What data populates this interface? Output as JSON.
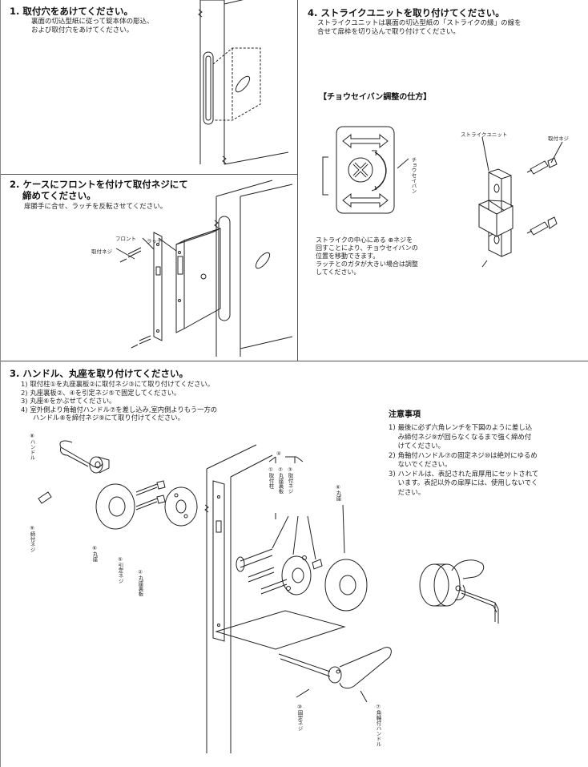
{
  "step1": {
    "title": "1. 取付穴をあけてください。",
    "lines": [
      "裏面の切込型紙に従って錠本体の彫込、",
      "および取付穴をあけてください。"
    ]
  },
  "step2": {
    "title_lines": [
      "2. ケースにフロントを付けて取付ネジにて",
      "締めてください。"
    ],
    "body": "扉勝手に合せ、ラッチを反転させてください。",
    "labels": {
      "front": "フロント",
      "latch": "ラッチ",
      "screw": "取付ネジ"
    }
  },
  "step4": {
    "title": "4. ストライクユニットを取り付けてください。",
    "lines": [
      "ストライクユニットは裏面の切込型紙の「ストライクの縁」の線を",
      "合せて扉枠を切り込んで取り付けてください。"
    ]
  },
  "adjust": {
    "title": "【チョウセイバン調整の仕方】",
    "plate_label": "チョウセイバン",
    "body_lines": [
      "ストライクの中心にある ⊕ネジを",
      "回すことにより、チョウセイバンの",
      "位置を移動できます。",
      "ラッチとのガタが大きい場合は調整",
      "してください。"
    ],
    "unit_label": "ストライクユニット",
    "screw_label": "取付ネジ"
  },
  "step3": {
    "title": "3. ハンドル、丸座を取り付けてください。",
    "items": [
      {
        "num": "1)",
        "text": "取付柱①を丸座裏板②に取付ネジ③にて取り付けてください。"
      },
      {
        "num": "2)",
        "text": "丸座裏板②、④を引定ネジ⑤で固定してください。"
      },
      {
        "num": "3)",
        "text": "丸座⑥をかぶせてください。"
      },
      {
        "num": "4)",
        "text": "室外側より角軸付ハンドル⑦を差し込み,室内側よりもう一方の"
      },
      {
        "num": "",
        "text": "ハンドル⑧を締付ネジ⑨にて取り付けてください。"
      }
    ],
    "parts": {
      "p8": "⑧ハンドル",
      "p9": "⑨締付ネジ",
      "p6a": "⑥丸座",
      "p5": "⑤引定ネジ",
      "p2": "②丸座裏板",
      "p4": "④",
      "p1": "①取付柱",
      "p2b": "②丸座裏板",
      "p3": "③取付ネジ",
      "p6b": "⑥丸座",
      "p10": "⑩固定ネジ",
      "p7": "⑦角軸付ハンドル"
    }
  },
  "caution": {
    "title": "注意事項",
    "items": [
      {
        "num": "1)",
        "lines": [
          "最後に必ず六角レンチを下図のように差し込",
          "み締付ネジ⑨が回らなくなるまで強く締め付",
          "けてください。"
        ]
      },
      {
        "num": "2)",
        "lines": [
          "角軸付ハンドル⑦の固定ネジ⑩は絶対にゆるめ",
          "ないでください。"
        ]
      },
      {
        "num": "3)",
        "lines": [
          "ハンドルは、表記された扉厚用にセットされて",
          "います。表記以外の扉厚には、使用しないでく",
          "ださい。"
        ]
      }
    ]
  }
}
